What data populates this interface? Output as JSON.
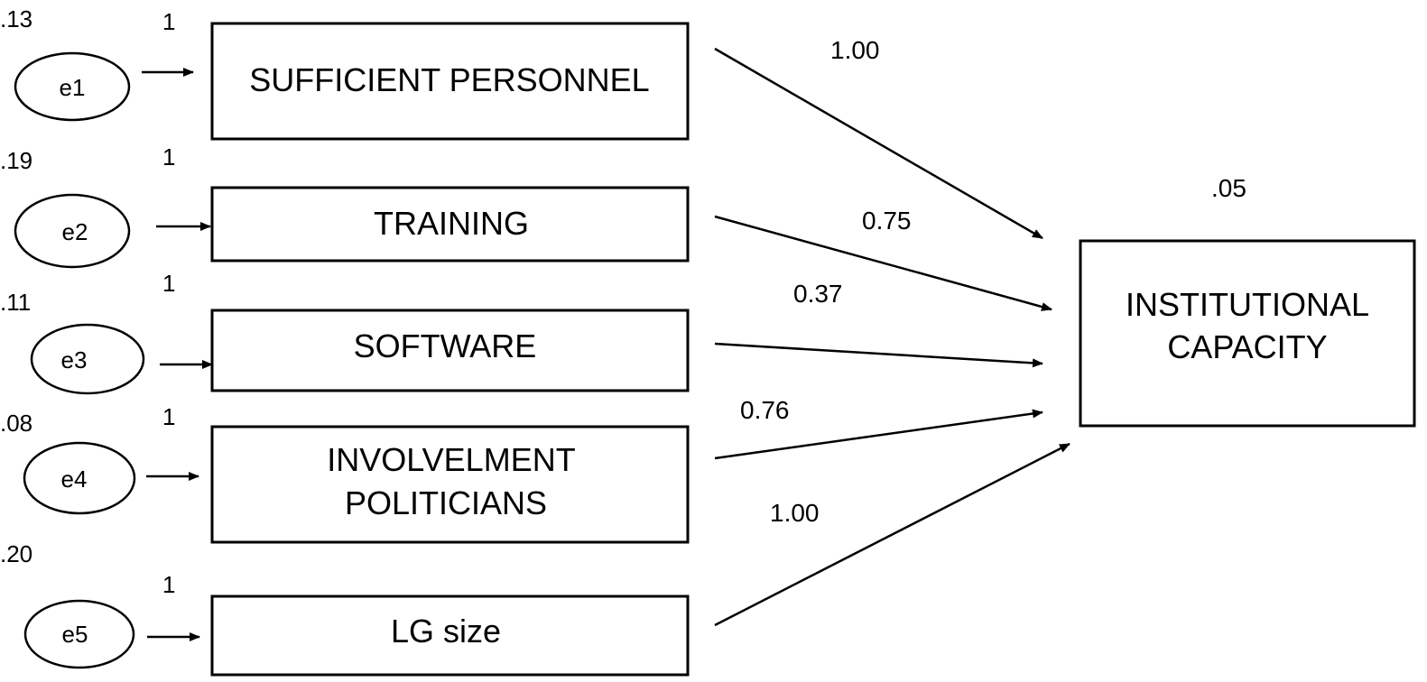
{
  "errors": [
    {
      "name": "e1",
      "variance": ".13",
      "loading": "1"
    },
    {
      "name": "e2",
      "variance": ".19",
      "loading": "1"
    },
    {
      "name": "e3",
      "variance": ".11",
      "loading": "1"
    },
    {
      "name": "e4",
      "variance": ".08",
      "loading": "1"
    },
    {
      "name": "e5",
      "variance": ".20",
      "loading": "1"
    }
  ],
  "predictors": [
    {
      "line1": "SUFFICIENT PERSONNEL",
      "line2": ""
    },
    {
      "line1": "TRAINING",
      "line2": ""
    },
    {
      "line1": "SOFTWARE",
      "line2": ""
    },
    {
      "line1": "INVOLVELMENT",
      "line2": "POLITICIANS"
    },
    {
      "line1": "LG size",
      "line2": ""
    }
  ],
  "paths": [
    {
      "coefficient": "1.00"
    },
    {
      "coefficient": "0.75"
    },
    {
      "coefficient": "0.37"
    },
    {
      "coefficient": "0.76"
    },
    {
      "coefficient": "1.00"
    }
  ],
  "outcome": {
    "line1": "INSTITUTIONAL",
    "line2": "CAPACITY",
    "variance": ".05"
  }
}
